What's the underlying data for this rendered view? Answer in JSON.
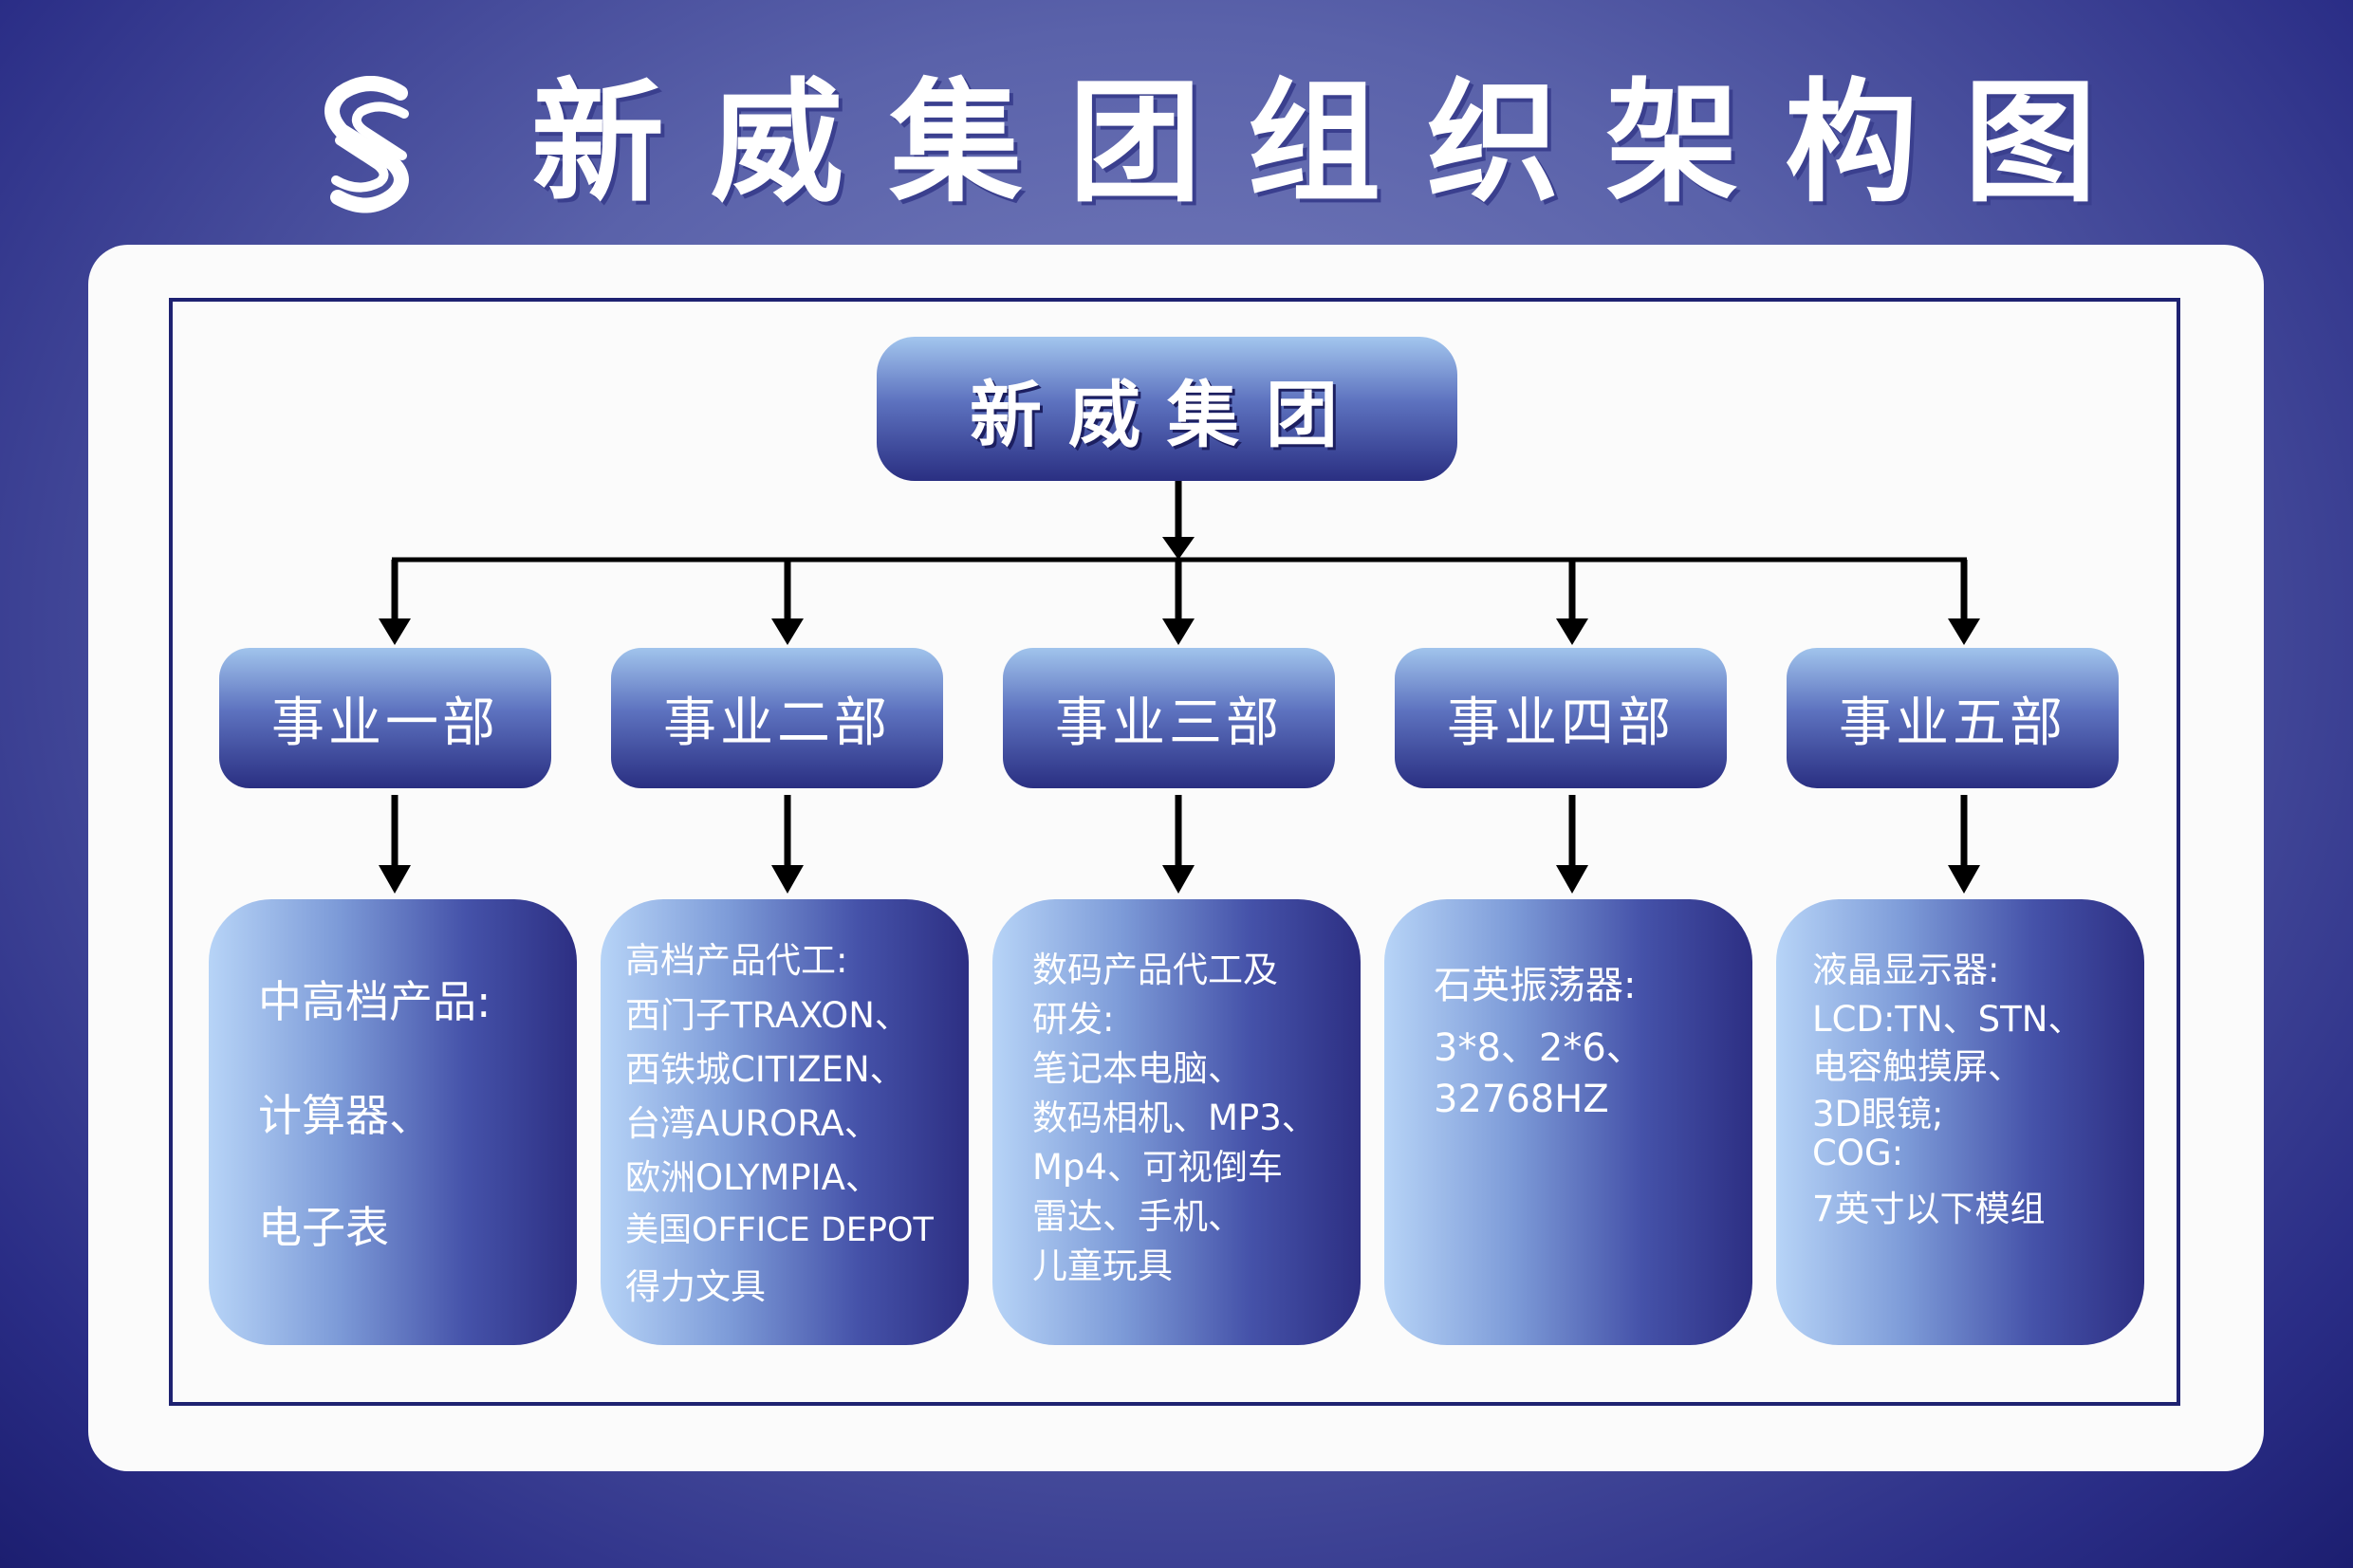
{
  "title_chars": [
    "新",
    "威",
    "集",
    "团",
    "组",
    "织",
    "架",
    "构",
    "图"
  ],
  "root": {
    "label": "新威集团"
  },
  "departments": [
    {
      "label": "事业一部",
      "lines": [
        "中高档产品:",
        "计算器、",
        "电子表"
      ]
    },
    {
      "label": "事业二部",
      "lines": [
        "高档产品代工:",
        "西门子TRAXON、",
        "西铁城CITIZEN、",
        "台湾AURORA、",
        "欧洲OLYMPIA、",
        "美国OFFICE DEPOT",
        "得力文具"
      ]
    },
    {
      "label": "事业三部",
      "lines": [
        "数码产品代工及",
        "研发:",
        "笔记本电脑、",
        "数码相机、MP3、",
        "Mp4、可视倒车",
        "雷达、手机、",
        "儿童玩具"
      ]
    },
    {
      "label": "事业四部",
      "lines": [
        "石英振荡器:",
        "3*8、2*6、",
        "32768HZ"
      ]
    },
    {
      "label": "事业五部",
      "lines": [
        "液晶显示器:",
        "LCD:TN、STN、",
        "电容触摸屏、",
        "3D眼镜;",
        "COG:",
        "7英寸以下模组"
      ]
    }
  ]
}
